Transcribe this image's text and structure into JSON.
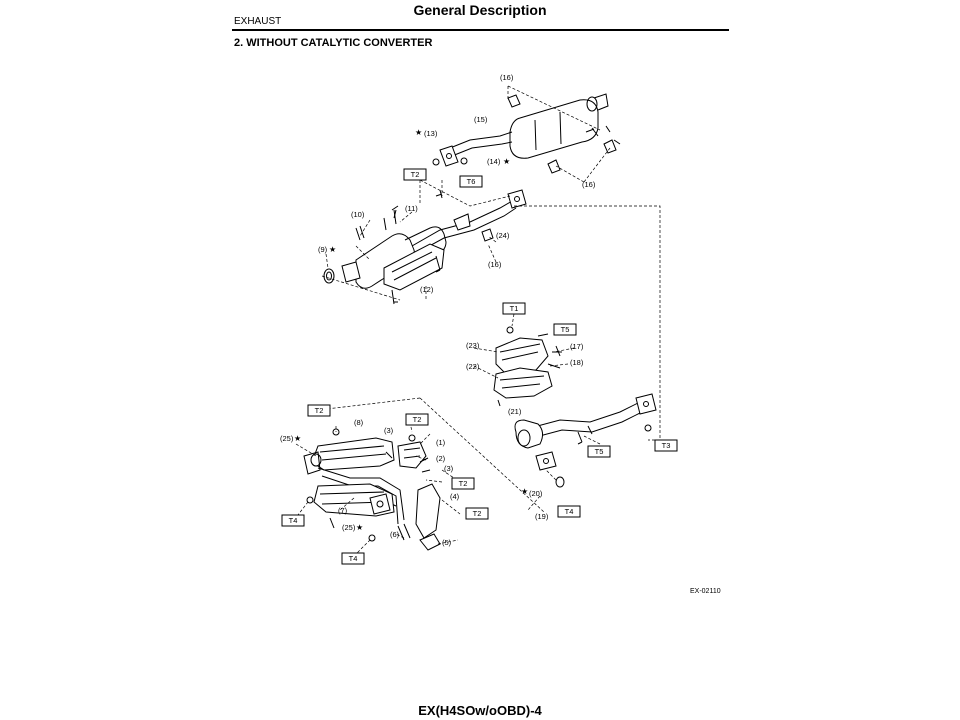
{
  "header": {
    "title": "General Description",
    "section": "EXHAUST",
    "subtitle": "2.  WITHOUT CATALYTIC CONVERTER"
  },
  "figure": {
    "id": "EX-02110",
    "labels": [
      "(1)",
      "(2)",
      "(3)",
      "(3)",
      "(4)",
      "(5)",
      "(6)",
      "(7)",
      "(8)",
      "(9)",
      "(10)",
      "(11)",
      "(12)",
      "(13)",
      "(14)",
      "(15)",
      "(16)",
      "(16)",
      "(16)",
      "(17)",
      "(18)",
      "(19)",
      "(20)",
      "(21)",
      "(22)",
      "(23)",
      "(24)",
      "(25)",
      "(25)"
    ],
    "torque_tags": [
      "T1",
      "T2",
      "T2",
      "T2",
      "T2",
      "T2",
      "T3",
      "T4",
      "T4",
      "T4",
      "T5",
      "T5",
      "T6"
    ],
    "star_symbol": "★"
  },
  "footer": {
    "page_label": "EX(H4SOw/oOBD)-4"
  }
}
